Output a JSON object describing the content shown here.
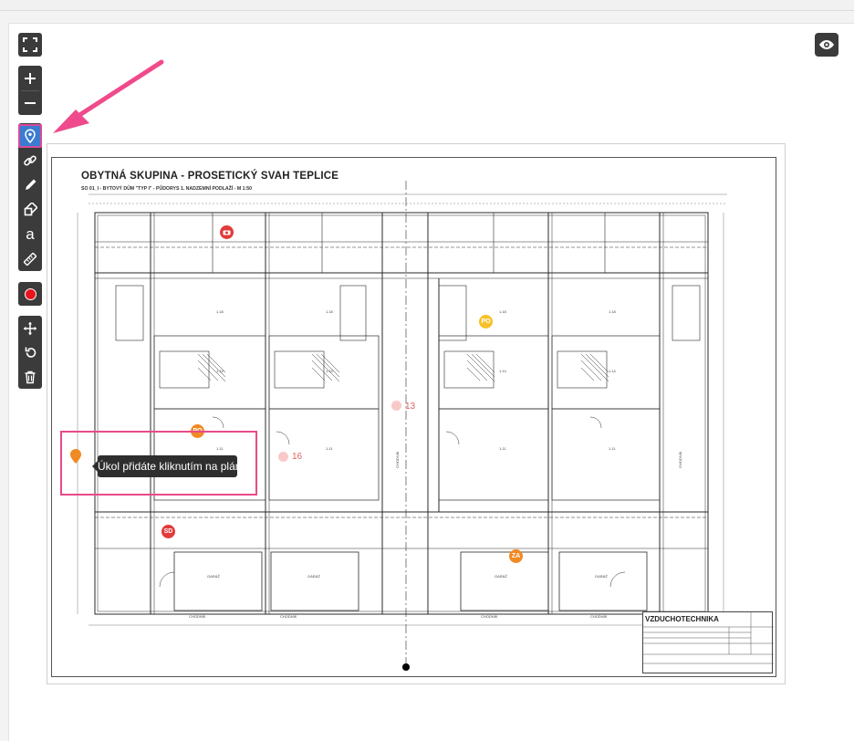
{
  "viewer": {
    "tooltip_text": "Úkol přidáte kliknutím na plán",
    "toolbar": {
      "fullscreen": "fullscreen-icon",
      "zoom_in": "plus-icon",
      "zoom_out": "minus-icon",
      "add_task": "map-pin-icon",
      "link": "link-icon",
      "draw": "pencil-icon",
      "shapes": "shapes-icon",
      "text_letter": "a",
      "measure": "ruler-icon",
      "color": "#e8141c",
      "move": "move-icon",
      "undo": "undo-icon",
      "delete": "trash-icon",
      "visibility": "eye-icon"
    }
  },
  "plan": {
    "title": "OBYTNÁ SKUPINA - PROSETICKÝ SVAH TEPLICE",
    "subtitle": "SO 01_I - BYTOVÝ DŮM \"TYP I\" - PŮDORYS 1. NADZEMNÍ PODLAŽÍ - M 1:50",
    "stamp_company": "VZDUCHOTECHNIKA",
    "markers": [
      {
        "label": "PO",
        "color": "#f6c12a"
      },
      {
        "label": "PO",
        "color": "#f08a24"
      },
      {
        "label": "SD",
        "color": "#e23b3b"
      },
      {
        "label": "ZA",
        "color": "#f08a24"
      }
    ],
    "numbers": [
      "13",
      "16"
    ]
  },
  "colors": {
    "accent": "#e84a8a",
    "active_tool": "#3b7cd1",
    "toolbar_bg": "#3b3b3b"
  }
}
